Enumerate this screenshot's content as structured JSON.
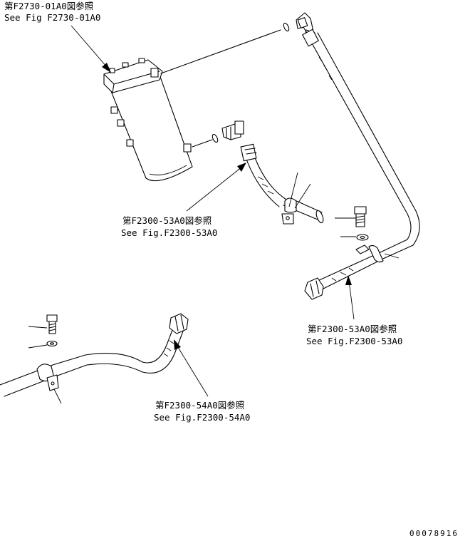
{
  "references": [
    {
      "jp": "第F2730-01A0図参照",
      "en": "See Fig F2730-01A0"
    },
    {
      "jp": "第F2300-53A0図参照",
      "en": "See Fig.F2300-53A0"
    },
    {
      "jp": "第F2300-53A0図参照",
      "en": "See Fig.F2300-53A0"
    },
    {
      "jp": "第F2300-54A0図参照",
      "en": "See Fig.F2300-54A0"
    }
  ],
  "drawing_number": "00078916",
  "colors": {
    "line": "#000000",
    "background": "#ffffff"
  }
}
